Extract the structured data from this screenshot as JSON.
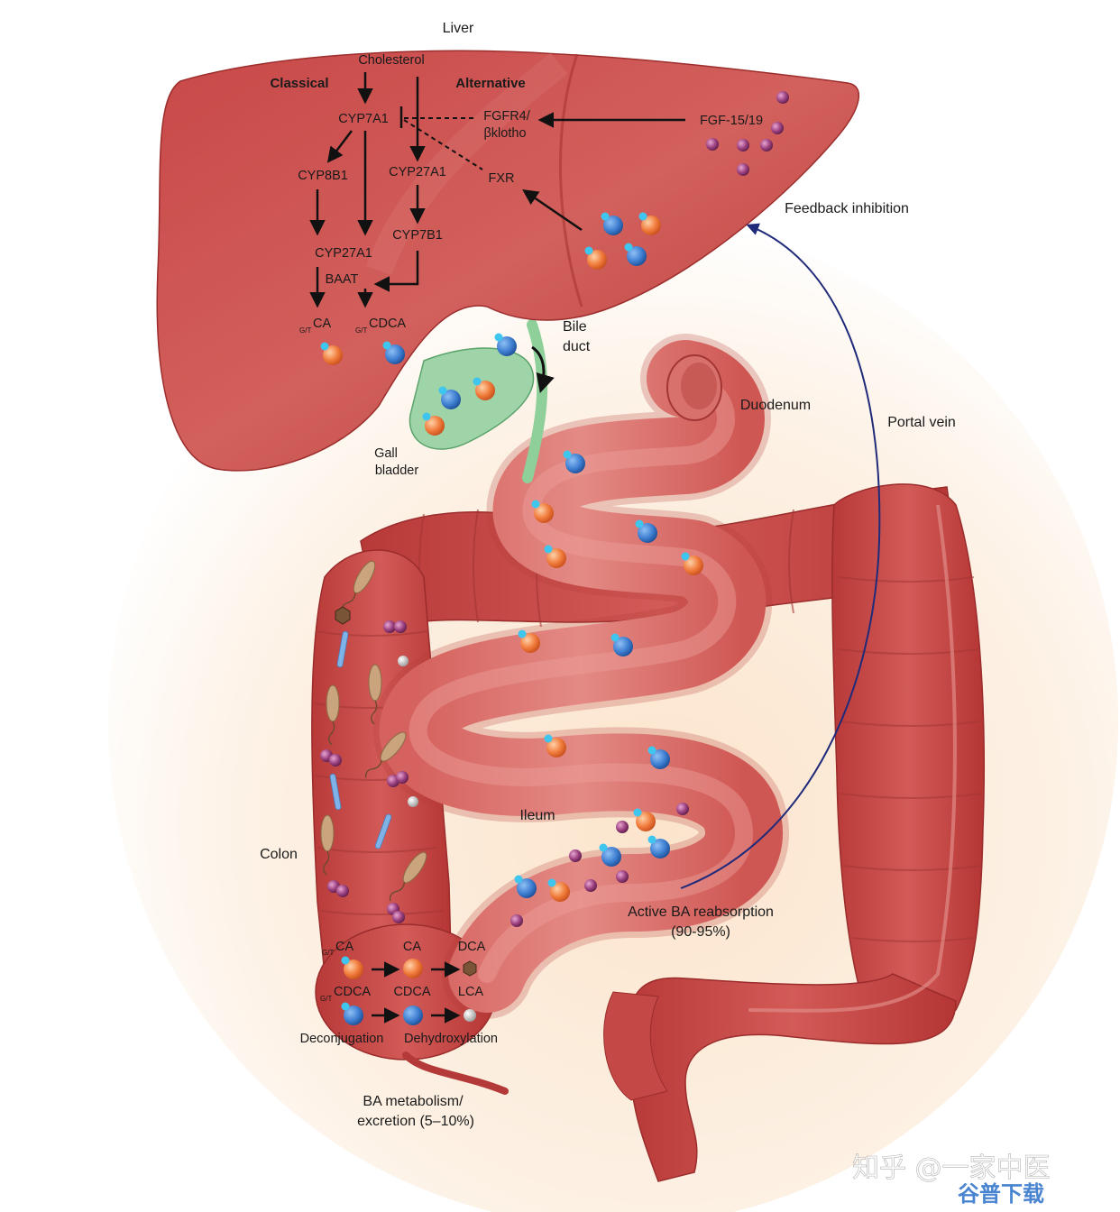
{
  "labels": {
    "liver": "Liver",
    "cholesterol": "Cholesterol",
    "classical": "Classical",
    "alternative": "Alternative",
    "cyp7a1": "CYP7A1",
    "fgfr4_line1": "FGFR4/",
    "fgfr4_line2": "βklotho",
    "fgf": "FGF-15/19",
    "cyp8b1": "CYP8B1",
    "cyp27a1_alt": "CYP27A1",
    "fxr": "FXR",
    "feedback": "Feedback inhibition",
    "cyp7b1": "CYP7B1",
    "cyp27a1_classic": "CYP27A1",
    "baat": "BAAT",
    "ca_prefix": "G/T",
    "ca": "CA",
    "cdca_prefix": "G/T",
    "cdca": "CDCA",
    "bile_line1": "Bile",
    "bile_line2": "duct",
    "duodenum": "Duodenum",
    "portal_vein": "Portal vein",
    "gall_line1": "Gall",
    "gall_line2": "bladder",
    "ileum": "Ileum",
    "colon": "Colon",
    "reabs_line1": "Active BA reabsorption",
    "reabs_line2": "(90-95%)",
    "colon_ca_prefix": "G/T",
    "colon_ca": "CA",
    "colon_ca2": "CA",
    "colon_dca": "DCA",
    "colon_cdca_prefix": "G/T",
    "colon_cdca": "CDCA",
    "colon_cdca2": "CDCA",
    "colon_lca": "LCA",
    "deconjugation": "Deconjugation",
    "dehydroxylation": "Dehydroxylation",
    "metab_line1": "BA metabolism/",
    "metab_line2": "excretion (5–10%)"
  },
  "watermark": {
    "line1": "知乎 @一家中医",
    "line2": "谷普下载"
  },
  "colors": {
    "organ_red": "#c8484a",
    "organ_dark": "#a9302f",
    "organ_light": "#e07b78",
    "gallbladder": "#9fd3a8",
    "bile_duct": "#8fd09a",
    "glow": "#fbe9d6",
    "blue_ba": "#3f7fd1",
    "orange_ba": "#f07a3a",
    "cyan_tag": "#3fc6ee",
    "purple_dot": "#8a3a6e",
    "portal_vein": "#1f2a7a",
    "bacteria": "#c7a27a",
    "filament": "#7fb2e6"
  }
}
